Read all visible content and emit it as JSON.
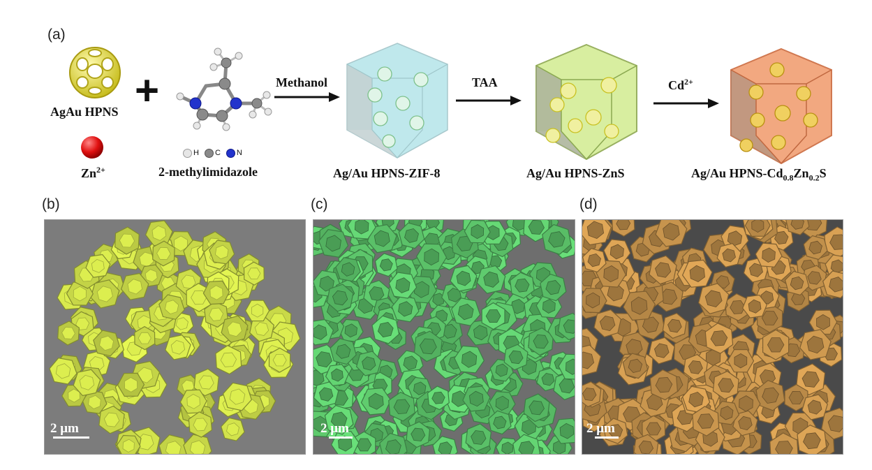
{
  "panel_labels": {
    "a": "(a)",
    "b": "(b)",
    "c": "(c)",
    "d": "(d)"
  },
  "reagents": {
    "hpns_label": "AgAu HPNS",
    "zn_label": "Zn",
    "zn_charge": "2+",
    "ligand_label": "2-methylimidazole",
    "atom_legend": [
      "H",
      "C",
      "N"
    ],
    "plus": "+"
  },
  "steps": [
    {
      "label": "Methanol"
    },
    {
      "label": "TAA"
    },
    {
      "label": "Cd",
      "sup": "2+"
    }
  ],
  "products": {
    "zif8": "Ag/Au HPNS-ZIF-8",
    "zns": "Ag/Au HPNS-ZnS",
    "cdzns": {
      "base": "Ag/Au HPNS-Cd",
      "sub1": "0.8",
      "mid": "Zn",
      "sub2": "0.2",
      "end": "S"
    }
  },
  "scale_bars": {
    "b": "2 μm",
    "c": "2 μm",
    "d": "2 μm"
  },
  "colors": {
    "hpns": "#e8e060",
    "zif8_fill": "#bfe8ec",
    "zns_fill": "#d8eea0",
    "cdzns_fill": "#f2a880",
    "sem_b_bg": "#7c7c7c",
    "sem_b_particle": "#c8d848",
    "sem_c_bg": "#6e6e6e",
    "sem_c_particle": "#5cc46a",
    "sem_d_bg": "#4a4a4a",
    "sem_d_particle": "#c4924c"
  }
}
